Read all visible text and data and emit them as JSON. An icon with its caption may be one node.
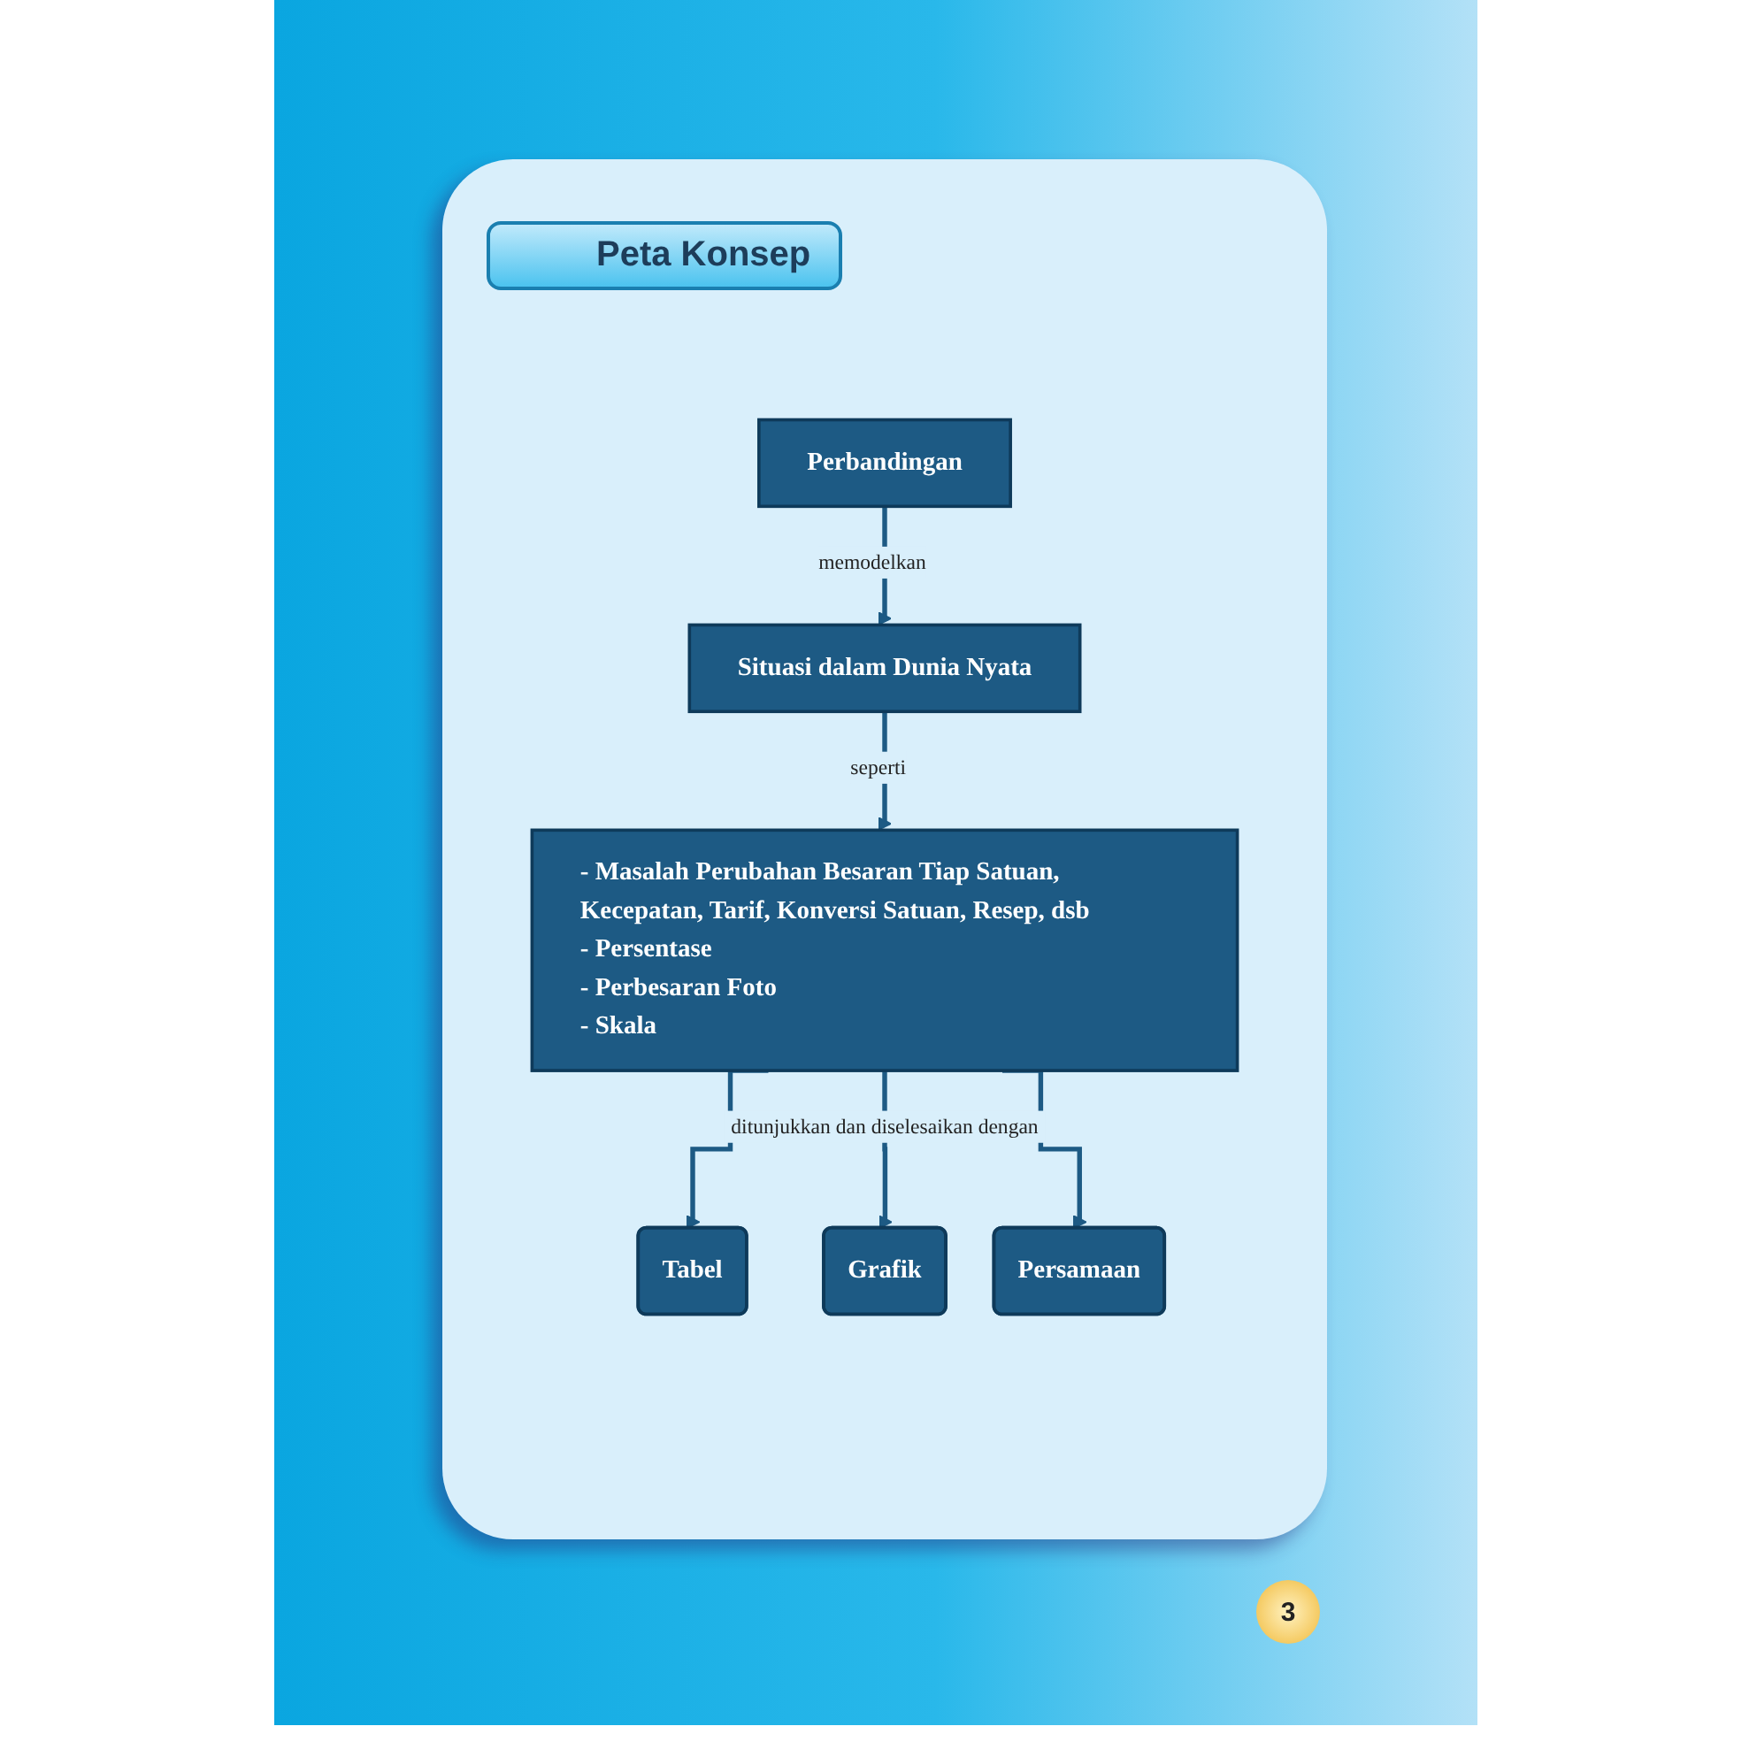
{
  "diagram": {
    "title": "Peta Konsep",
    "nodes": [
      {
        "text": [
          "Perbandingan"
        ]
      },
      {
        "text": [
          "Situasi dalam Dunia Nyata"
        ]
      },
      {
        "text": [
          "- Masalah Perubahan Besaran Tiap Satuan, Kecepatan, Tarif, Konversi Satuan, Resep, dsb",
          "- Persentase",
          "- Perbesaran Foto",
          "- Skala"
        ]
      },
      {
        "text": [
          "Tabel"
        ]
      },
      {
        "text": [
          "Grafik"
        ]
      },
      {
        "text": [
          "Persamaan"
        ]
      }
    ],
    "edges": [
      {
        "from": 0,
        "to": 1,
        "arrow": "to",
        "label": "memodelkan"
      },
      {
        "from": 1,
        "to": 2,
        "arrow": "to",
        "label": "seperti"
      },
      {
        "from": 2,
        "to": 3,
        "arrow": "to"
      },
      {
        "from": 2,
        "to": 4,
        "arrow": "to",
        "label": "ditunjukkan dan diselesaikan dengan"
      },
      {
        "from": 2,
        "to": 5,
        "arrow": "to"
      }
    ],
    "labels": [
      "3"
    ]
  }
}
